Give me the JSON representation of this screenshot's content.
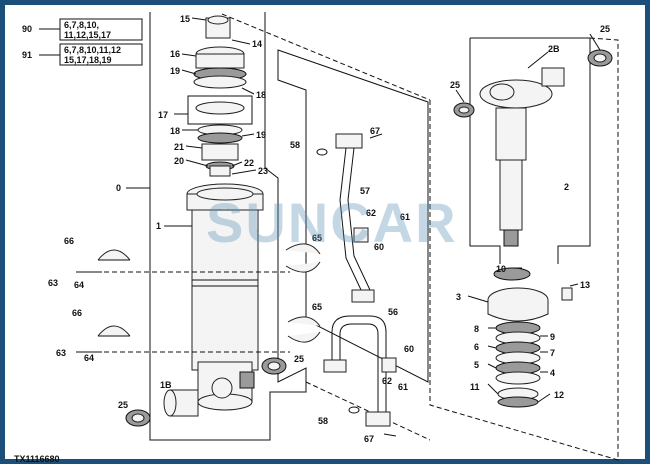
{
  "kits": [
    {
      "ref": "90",
      "parts": [
        "6,7,8,10,",
        "11,12,15,17"
      ]
    },
    {
      "ref": "91",
      "parts": [
        "6,7,8,10,11,12",
        "15,17,18,19"
      ]
    }
  ],
  "callouts": {
    "c15": "15",
    "c14": "14",
    "c16": "16",
    "c19a": "19",
    "c18a": "18",
    "c17": "17",
    "c18b": "18",
    "c21": "21",
    "c19b": "19",
    "c20": "20",
    "c22": "22",
    "c23": "23",
    "c0": "0",
    "c1": "1",
    "c66a": "66",
    "c63a": "63",
    "c64a": "64",
    "c66b": "66",
    "c63b": "63",
    "c64b": "64",
    "c1b": "1B",
    "c25a": "25",
    "c25b": "25",
    "c58a": "58",
    "c67a": "67",
    "c57": "57",
    "c62a": "62",
    "c61a": "61",
    "c60a": "60",
    "c65a": "65",
    "c65b": "65",
    "c56": "56",
    "c60b": "60",
    "c62b": "62",
    "c61b": "61",
    "c58b": "58",
    "c67b": "67",
    "c25c": "25",
    "c2b": "2B",
    "c25d": "25",
    "c2": "2",
    "c10": "10",
    "c13": "13",
    "c3": "3",
    "c8": "8",
    "c9": "9",
    "c6": "6",
    "c7": "7",
    "c5": "5",
    "c4": "4",
    "c11": "11",
    "c12": "12"
  },
  "watermark": "SUNCAR",
  "figure_id": "TX1116680"
}
